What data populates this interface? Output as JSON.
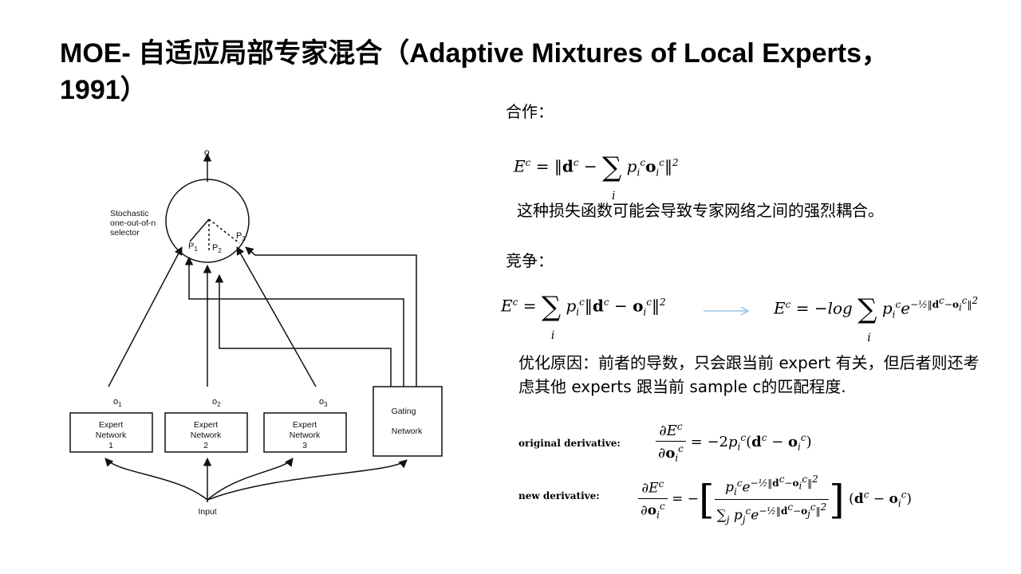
{
  "title_line1": "MOE- 自适应局部专家混合（Adaptive Mixtures of Local Experts，",
  "title_line2": "1991）",
  "diagram": {
    "output_label": "o",
    "selector_label": [
      "Stochastic",
      "one-out-of-n",
      "selector"
    ],
    "p_labels": [
      "P",
      "P",
      "P"
    ],
    "p_subs": [
      "1",
      "2",
      "3"
    ],
    "o_labels": [
      "o",
      "o",
      "o"
    ],
    "o_subs": [
      "1",
      "2",
      "3"
    ],
    "experts": [
      {
        "line1": "Expert",
        "line2": "Network",
        "line3": "1"
      },
      {
        "line1": "Expert",
        "line2": "Network",
        "line3": "2"
      },
      {
        "line1": "Expert",
        "line2": "Network",
        "line3": "3"
      }
    ],
    "gating_line1": "Gating",
    "gating_line2": "Network",
    "input_label": "Input"
  },
  "cooperation_heading": "合作：",
  "cooperation_note": "这种损失函数可能会导致专家网络之间的强烈耦合。",
  "competition_heading": "竞争：",
  "optimization_text": "优化原因：前者的导数，只会跟当前 expert 有关，但后者则还考虑其他 experts 跟当前 sample c的匹配程度.",
  "original_derivative_label": "original derivative:",
  "new_derivative_label": "new derivative:",
  "colors": {
    "arrow": "#9dc3e6",
    "text": "#000000"
  }
}
